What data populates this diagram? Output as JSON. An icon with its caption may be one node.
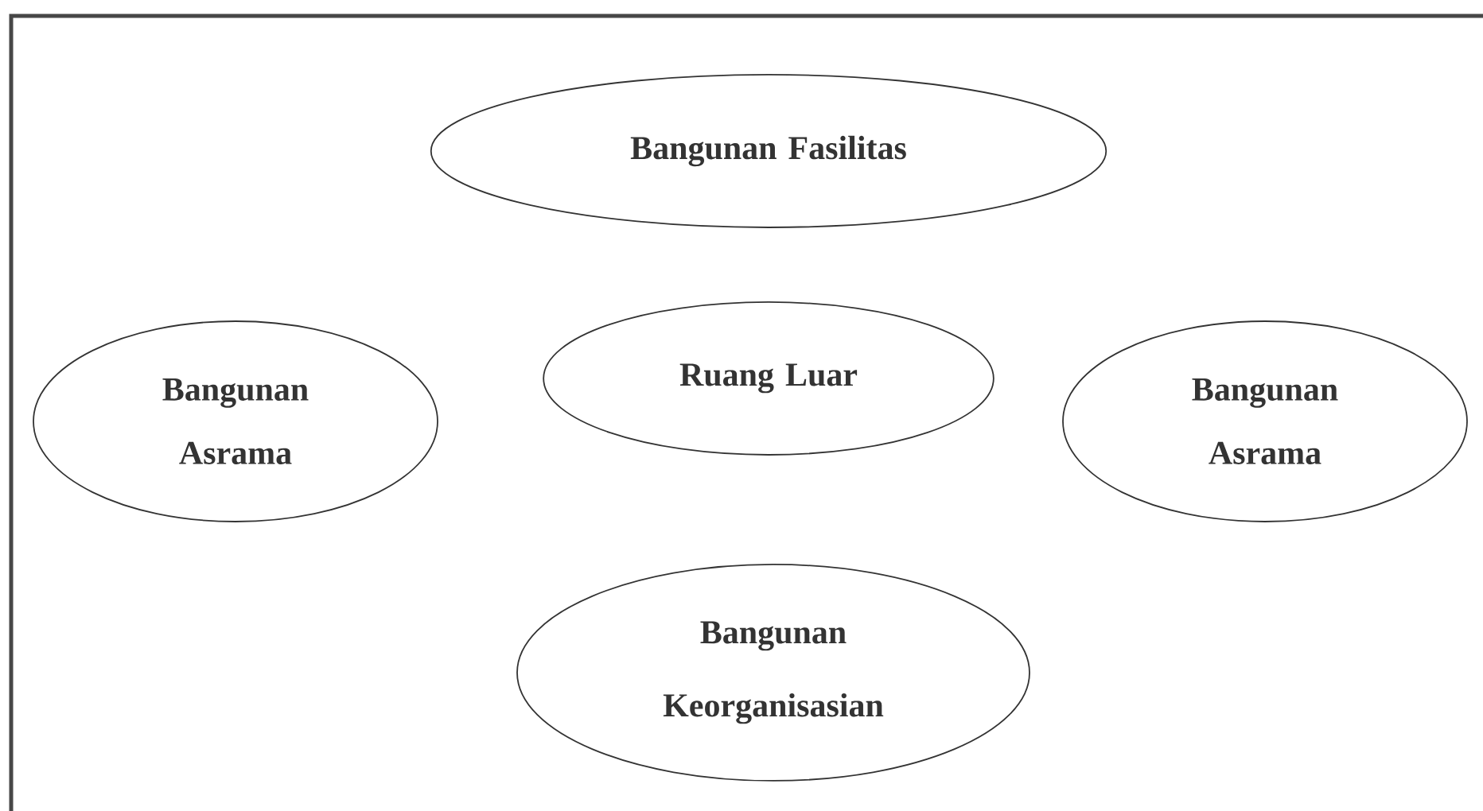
{
  "diagram": {
    "nodes": [
      {
        "text": [
          "Bangunan Fasilitas"
        ]
      },
      {
        "text": [
          "Bangunan Asrama"
        ]
      },
      {
        "text": [
          "Ruang Luar"
        ]
      },
      {
        "text": [
          "Bangunan Asrama"
        ]
      },
      {
        "text": [
          "Bangunan Keorganisasian"
        ]
      }
    ]
  }
}
